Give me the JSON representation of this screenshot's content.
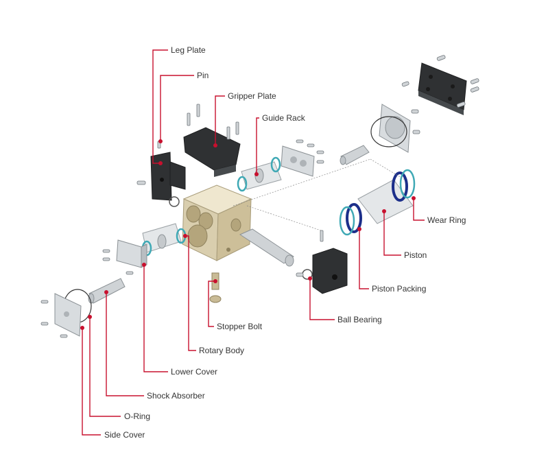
{
  "colors": {
    "accent": "#c8102e",
    "label_text": "#333333",
    "wear_ring": "#1c2f8a",
    "packing": "#3fa9b5"
  },
  "labels": {
    "leg_plate": "Leg Plate",
    "pin": "Pin",
    "gripper_plate": "Gripper Plate",
    "guide_rack": "Guide Rack",
    "wear_ring": "Wear Ring",
    "piston": "Piston",
    "piston_packing": "Piston Packing",
    "ball_bearing": "Ball Bearing",
    "stopper_bolt": "Stopper Bolt",
    "rotary_body": "Rotary Body",
    "lower_cover": "Lower Cover",
    "shock_absorber": "Shock Absorber",
    "o_ring": "O-Ring",
    "side_cover": "Side Cover"
  }
}
